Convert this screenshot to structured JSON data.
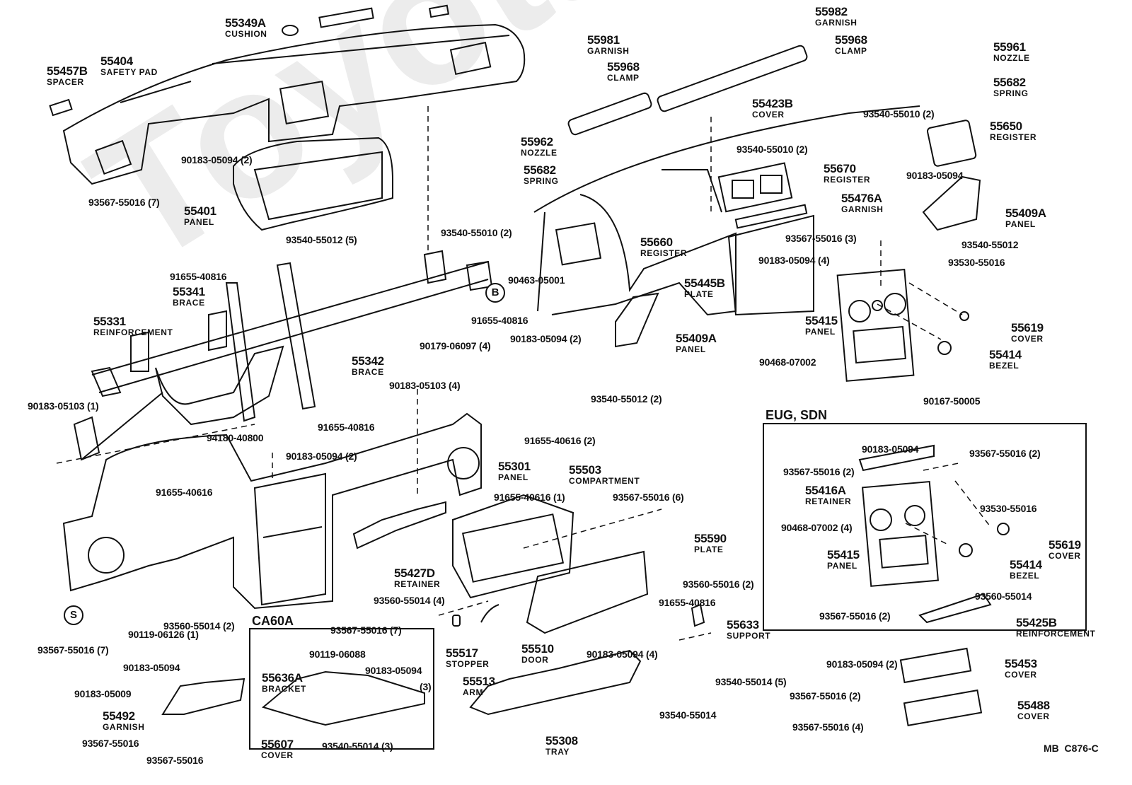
{
  "diagram": {
    "reference_code": "MB  C876-C",
    "watermark": "ToyotaCar.ru",
    "circle_refs": {
      "b": "B",
      "s": "S"
    },
    "groups": {
      "eug_sdn": "EUG, SDN",
      "ca60a": "CA60A"
    },
    "parts": [
      {
        "id": "55349A",
        "name": "CUSHION"
      },
      {
        "id": "55404",
        "name": "SAFETY PAD"
      },
      {
        "id": "55457B",
        "name": "SPACER"
      },
      {
        "id": "55401",
        "name": "PANEL"
      },
      {
        "id": "55981",
        "name": "GARNISH"
      },
      {
        "id": "55968",
        "name": "CLAMP"
      },
      {
        "id": "55982",
        "name": "GARNISH"
      },
      {
        "id": "55968",
        "name": "CLAMP"
      },
      {
        "id": "55961",
        "name": "NOZZLE"
      },
      {
        "id": "55682",
        "name": "SPRING"
      },
      {
        "id": "55423B",
        "name": "COVER"
      },
      {
        "id": "55650",
        "name": "REGISTER"
      },
      {
        "id": "55962",
        "name": "NOZZLE"
      },
      {
        "id": "55682",
        "name": "SPRING"
      },
      {
        "id": "55670",
        "name": "REGISTER"
      },
      {
        "id": "55476A",
        "name": "GARNISH"
      },
      {
        "id": "55409A",
        "name": "PANEL"
      },
      {
        "id": "55660",
        "name": "REGISTER"
      },
      {
        "id": "55445B",
        "name": "PLATE"
      },
      {
        "id": "55409A",
        "name": "PANEL"
      },
      {
        "id": "55415",
        "name": "PANEL"
      },
      {
        "id": "55619",
        "name": "COVER"
      },
      {
        "id": "55414",
        "name": "BEZEL"
      },
      {
        "id": "55341",
        "name": "BRACE"
      },
      {
        "id": "55331",
        "name": "REINFORCEMENT"
      },
      {
        "id": "55342",
        "name": "BRACE"
      },
      {
        "id": "55301",
        "name": "PANEL"
      },
      {
        "id": "55503",
        "name": "COMPARTMENT"
      },
      {
        "id": "55590",
        "name": "PLATE"
      },
      {
        "id": "55427D",
        "name": "RETAINER"
      },
      {
        "id": "55633",
        "name": "SUPPORT"
      },
      {
        "id": "55517",
        "name": "STOPPER"
      },
      {
        "id": "55510",
        "name": "DOOR"
      },
      {
        "id": "55513",
        "name": "ARM"
      },
      {
        "id": "55308",
        "name": "TRAY"
      },
      {
        "id": "55492",
        "name": "GARNISH"
      },
      {
        "id": "55636A",
        "name": "BRACKET"
      },
      {
        "id": "55607",
        "name": "COVER"
      },
      {
        "id": "55416A",
        "name": "RETAINER"
      },
      {
        "id": "55415",
        "name": "PANEL"
      },
      {
        "id": "55619",
        "name": "COVER"
      },
      {
        "id": "55414",
        "name": "BEZEL"
      },
      {
        "id": "55425B",
        "name": "REINFORCEMENT"
      },
      {
        "id": "55453",
        "name": "COVER"
      },
      {
        "id": "55488",
        "name": "COVER"
      }
    ],
    "fasteners": [
      "90183-05094 (2)",
      "93567-55016 (7)",
      "93540-55012 (5)",
      "93540-55010 (2)",
      "93540-55010 (2)",
      "90183-05094",
      "93567-55016 (3)",
      "93540-55012",
      "90183-05094 (4)",
      "93530-55016",
      "93540-55010 (2)",
      "90463-05001",
      "91655-40816",
      "91655-40816",
      "90179-06097 (4)",
      "90183-05094 (2)",
      "93540-55012 (2)",
      "90468-07002",
      "90167-50005",
      "90183-05103 (1)",
      "90183-05103 (4)",
      "91655-40816",
      "94180-40800",
      "91655-40616 (2)",
      "90183-05094 (2)",
      "91655-40616",
      "91655-40616 (1)",
      "93567-55016 (6)",
      "93560-55016 (2)",
      "93560-55014 (4)",
      "91655-40816",
      "93560-55014 (2)",
      "90119-06126 (1)",
      "93567-55016 (7)",
      "93567-55016 (7)",
      "90183-05094 (4)",
      "90183-05094",
      "90183-05009",
      "93567-55016",
      "93567-55016",
      "90119-06088",
      "90183-05094",
      "(3)",
      "93540-55014 (3)",
      "93540-55014 (5)",
      "93540-55014",
      "90183-05094",
      "93567-55016 (2)",
      "93567-55016 (2)",
      "90468-07002 (4)",
      "93530-55016",
      "93560-55014",
      "93567-55016 (2)",
      "90183-05094 (2)",
      "93567-55016 (2)",
      "93567-55016 (4)"
    ]
  }
}
